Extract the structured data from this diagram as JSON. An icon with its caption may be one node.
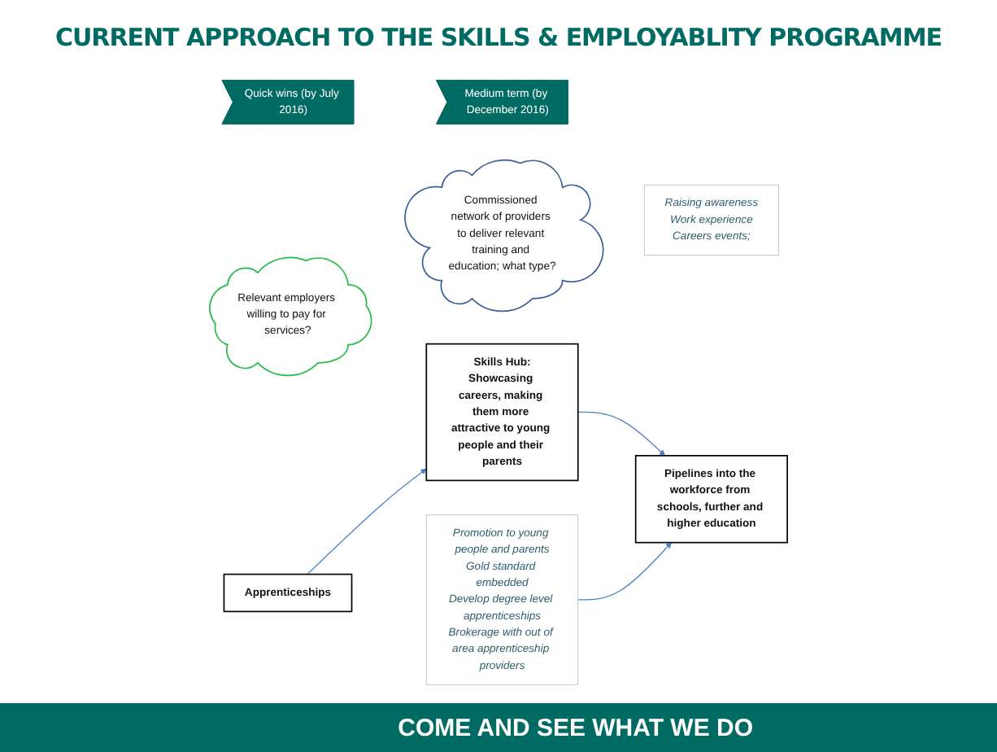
{
  "diagram": {
    "title": "CURRENT APPROACH TO THE SKILLS & EMPLOYABLITY PROGRAMME",
    "nodes": [
      {
        "text": [
          "Quick wins (by July 2016)"
        ]
      },
      {
        "text": [
          "Medium term (by December 2016)"
        ]
      },
      {
        "text": [
          "Relevant employers willing to pay for services?"
        ]
      },
      {
        "text": [
          "Commissioned network of providers to deliver relevant training and education; what type?"
        ]
      },
      {
        "text": [
          "Skills Hub:",
          "Showcasing careers, making them more attractive to young people and their parents"
        ]
      },
      {
        "text": [
          "Pipelines into the workforce from schools, further and higher education"
        ]
      },
      {
        "text": [
          "Raising awareness",
          "Work experience",
          "Careers events;"
        ]
      },
      {
        "text": [
          "Apprenticeships"
        ]
      },
      {
        "text": [
          "Promotion to young people and parents",
          "Gold standard embedded",
          "Develop degree level apprenticeships",
          "Brokerage with out of area apprenticeship providers"
        ]
      }
    ],
    "edges": [
      {
        "from": 4,
        "to": 5,
        "arrow": "to"
      },
      {
        "from": 7,
        "to": 4,
        "arrow": "to"
      },
      {
        "from": 8,
        "to": 5,
        "arrow": "to"
      }
    ],
    "labels": [
      "COME AND SEE WHAT WE DO"
    ]
  }
}
